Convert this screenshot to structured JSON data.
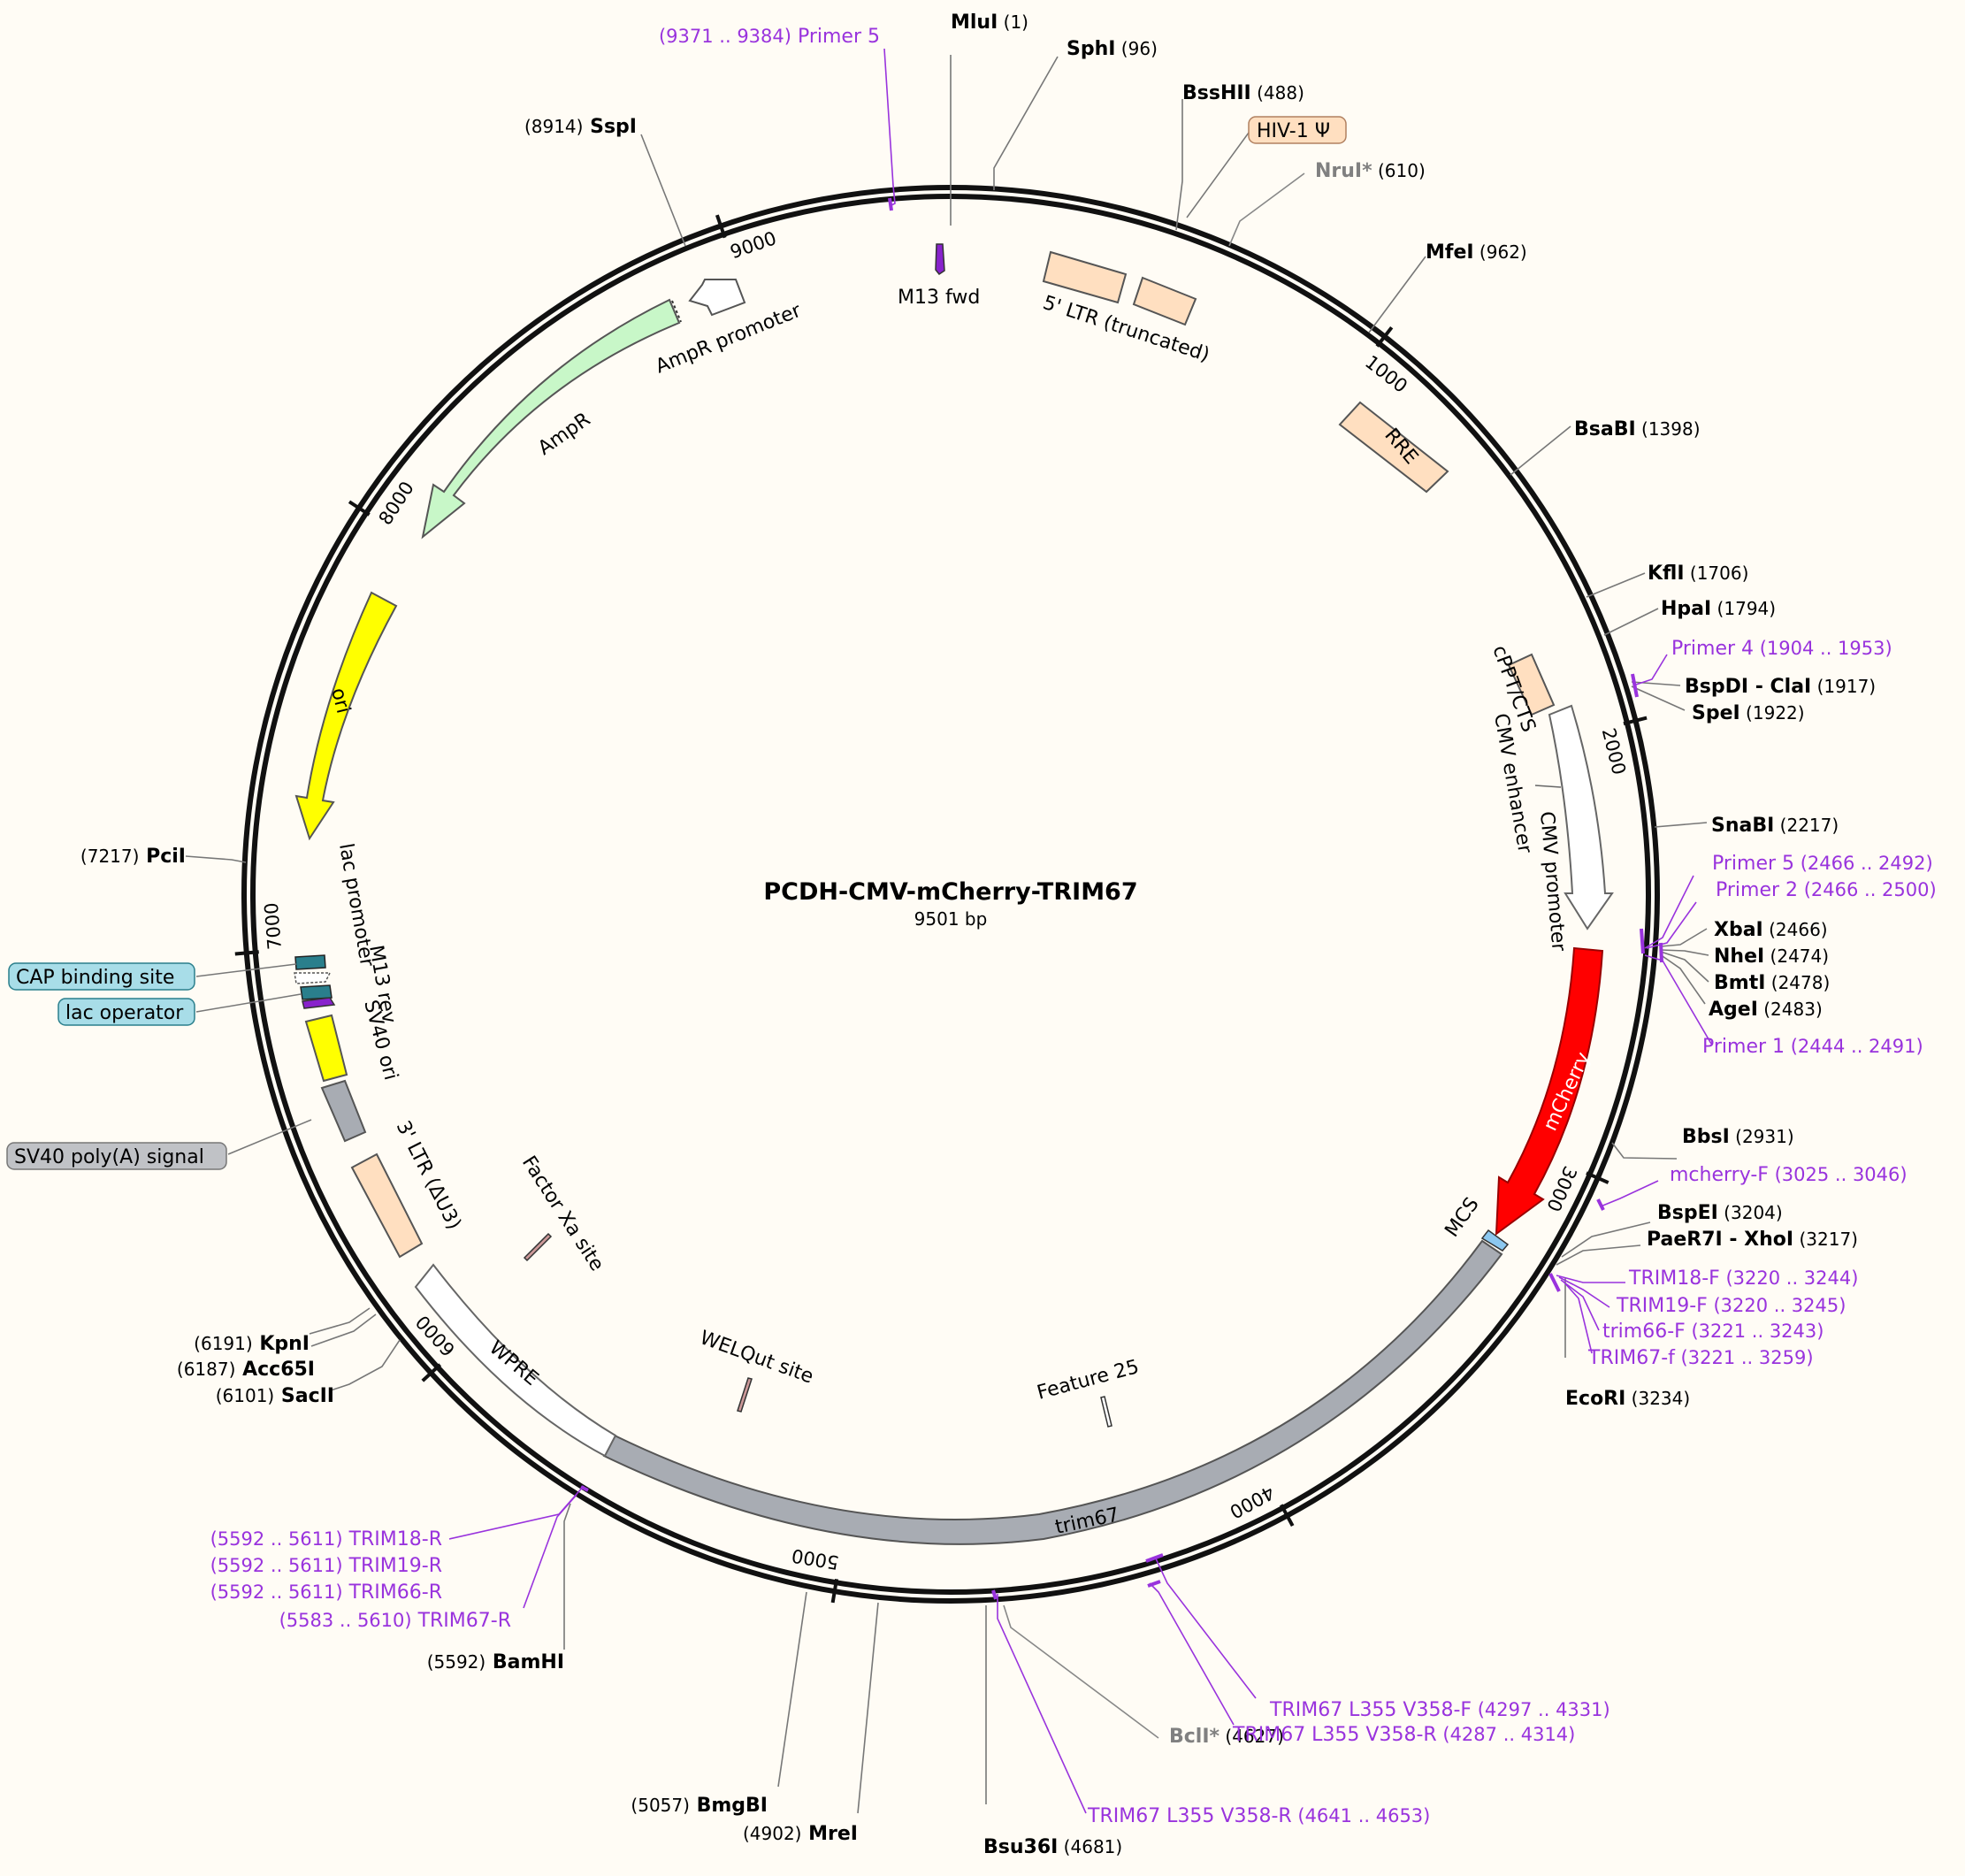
{
  "title": "PCDH-CMV-mCherry-TRIM67",
  "length_label": "9501 bp",
  "total_bp": 9501,
  "colors": {
    "background": "#fffcf5",
    "primer": "#9933dd",
    "ltr": "#ffdfc0",
    "ampr": "#c8f7c8",
    "ori": "#ffff00",
    "mcherry": "#ff0000",
    "trim67": "#a8acb3",
    "mcs": "#8cc8f0",
    "cap": "#2a7f8c",
    "wpre": "#ffffff"
  },
  "ticks": [
    {
      "bp": 1000,
      "label": "1000"
    },
    {
      "bp": 2000,
      "label": "2000"
    },
    {
      "bp": 3000,
      "label": "3000"
    },
    {
      "bp": 4000,
      "label": "4000"
    },
    {
      "bp": 5000,
      "label": "5000"
    },
    {
      "bp": 6000,
      "label": "6000"
    },
    {
      "bp": 7000,
      "label": "7000"
    },
    {
      "bp": 8000,
      "label": "8000"
    },
    {
      "bp": 9000,
      "label": "9000"
    }
  ],
  "features": [
    {
      "id": "f-ltr5",
      "name": "5' LTR (truncated)",
      "color": "#ffdfc0",
      "kind": "box"
    },
    {
      "id": "f-hiv",
      "name": "HIV-1 Ψ",
      "color": "#ffdfc0",
      "kind": "box"
    },
    {
      "id": "f-rre",
      "name": "RRE",
      "color": "#ffdfc0",
      "kind": "box"
    },
    {
      "id": "f-cppt",
      "name": "cPPT/CTS",
      "color": "#ffdfc0",
      "kind": "box"
    },
    {
      "id": "f-cmvenh",
      "name": "CMV enhancer",
      "color": "#ffffff",
      "kind": "arrow"
    },
    {
      "id": "f-cmvprom",
      "name": "CMV promoter",
      "color": "#ffffff",
      "kind": "arrow"
    },
    {
      "id": "f-mcherry",
      "name": "mCherry",
      "color": "#ff0000",
      "kind": "arrow"
    },
    {
      "id": "f-mcs",
      "name": "MCS",
      "color": "#8cc8f0",
      "kind": "box"
    },
    {
      "id": "f-trim67",
      "name": "trim67",
      "color": "#a8acb3",
      "kind": "box"
    },
    {
      "id": "f-wpre",
      "name": "WPRE",
      "color": "#ffffff",
      "kind": "box"
    },
    {
      "id": "f-ltr3",
      "name": "3' LTR (ΔU3)",
      "color": "#ffdfc0",
      "kind": "box"
    },
    {
      "id": "f-sv40pa",
      "name": "SV40 poly(A) signal",
      "color": "#a8acb3",
      "kind": "box"
    },
    {
      "id": "f-sv40ori",
      "name": "SV40 ori",
      "color": "#ffff00",
      "kind": "box"
    },
    {
      "id": "f-m13rev",
      "name": "M13 rev",
      "color": "#8822cc",
      "kind": "arrow"
    },
    {
      "id": "f-lacop",
      "name": "lac operator",
      "color": "#2a7f8c",
      "kind": "box"
    },
    {
      "id": "f-lacprom",
      "name": "lac promoter",
      "color": "#ffffff",
      "kind": "arrow"
    },
    {
      "id": "f-cap",
      "name": "CAP binding site",
      "color": "#2a7f8c",
      "kind": "box"
    },
    {
      "id": "f-ori",
      "name": "ori",
      "color": "#ffff00",
      "kind": "arrow"
    },
    {
      "id": "f-ampr",
      "name": "AmpR",
      "color": "#c8f7c8",
      "kind": "arrow"
    },
    {
      "id": "f-amprprom",
      "name": "AmpR promoter",
      "color": "#ffffff",
      "kind": "arrow"
    },
    {
      "id": "f-m13fwd",
      "name": "M13 fwd",
      "color": "#8822cc",
      "kind": "arrow"
    },
    {
      "id": "f-factorxa",
      "name": "Factor Xa site",
      "color": "#cc9999",
      "kind": "mark"
    },
    {
      "id": "f-welqut",
      "name": "WELQut site",
      "color": "#cc9999",
      "kind": "mark"
    },
    {
      "id": "f-feat25",
      "name": "Feature 25",
      "color": "#ffffff",
      "kind": "mark"
    }
  ],
  "enzymes": [
    {
      "name": "MluI",
      "pos": "(1)"
    },
    {
      "name": "SphI",
      "pos": "(96)"
    },
    {
      "name": "BssHII",
      "pos": "(488)"
    },
    {
      "name": "NruI*",
      "pos": "(610)",
      "grey": true
    },
    {
      "name": "MfeI",
      "pos": "(962)"
    },
    {
      "name": "BsaBI",
      "pos": "(1398)"
    },
    {
      "name": "KflI",
      "pos": "(1706)"
    },
    {
      "name": "HpaI",
      "pos": "(1794)"
    },
    {
      "name": "BspDI - ClaI",
      "pos": "(1917)"
    },
    {
      "name": "SpeI",
      "pos": "(1922)"
    },
    {
      "name": "SnaBI",
      "pos": "(2217)"
    },
    {
      "name": "XbaI",
      "pos": "(2466)"
    },
    {
      "name": "NheI",
      "pos": "(2474)"
    },
    {
      "name": "BmtI",
      "pos": "(2478)"
    },
    {
      "name": "AgeI",
      "pos": "(2483)"
    },
    {
      "name": "BbsI",
      "pos": "(2931)"
    },
    {
      "name": "BspEI",
      "pos": "(3204)"
    },
    {
      "name": "PaeR7I - XhoI",
      "pos": "(3217)"
    },
    {
      "name": "EcoRI",
      "pos": "(3234)"
    },
    {
      "name": "BclI*",
      "pos": "(4627)",
      "grey": true
    },
    {
      "name": "Bsu36I",
      "pos": "(4681)"
    },
    {
      "name": "MreI",
      "pos": "(4902)"
    },
    {
      "name": "BmgBI",
      "pos": "(5057)"
    },
    {
      "name": "BamHI",
      "pos": "(5592)"
    },
    {
      "name": "SacII",
      "pos": "(6101)"
    },
    {
      "name": "Acc65I",
      "pos": "(6187)"
    },
    {
      "name": "KpnI",
      "pos": "(6191)"
    },
    {
      "name": "PciI",
      "pos": "(7217)"
    },
    {
      "name": "SspI",
      "pos": "(8914)"
    }
  ],
  "primers": [
    {
      "name": "Primer 5",
      "pos": "(9371 .. 9384)"
    },
    {
      "name": "Primer 4",
      "pos": "(1904 .. 1953)"
    },
    {
      "name": "Primer 5",
      "pos": "(2466 .. 2492)"
    },
    {
      "name": "Primer 2",
      "pos": "(2466 .. 2500)"
    },
    {
      "name": "Primer 1",
      "pos": "(2444 .. 2491)"
    },
    {
      "name": "mcherry-F",
      "pos": "(3025 .. 3046)"
    },
    {
      "name": "TRIM18-F",
      "pos": "(3220 .. 3244)"
    },
    {
      "name": "TRIM19-F",
      "pos": "(3220 .. 3245)"
    },
    {
      "name": "trim66-F",
      "pos": "(3221 .. 3243)"
    },
    {
      "name": "TRIM67-f",
      "pos": "(3221 .. 3259)"
    },
    {
      "name": "TRIM67 L355 V358-F",
      "pos": "(4297 .. 4331)"
    },
    {
      "name": "TRIM67 L355 V358-R",
      "pos": "(4287 .. 4314)"
    },
    {
      "name": "TRIM67 L355 V358-R",
      "pos": "(4641 .. 4653)"
    },
    {
      "name": "TRIM18-R",
      "pos": "(5592 .. 5611)"
    },
    {
      "name": "TRIM19-R",
      "pos": "(5592 .. 5611)"
    },
    {
      "name": "TRIM66-R",
      "pos": "(5592 .. 5611)"
    },
    {
      "name": "TRIM67-R",
      "pos": "(5583 .. 5610)"
    }
  ]
}
